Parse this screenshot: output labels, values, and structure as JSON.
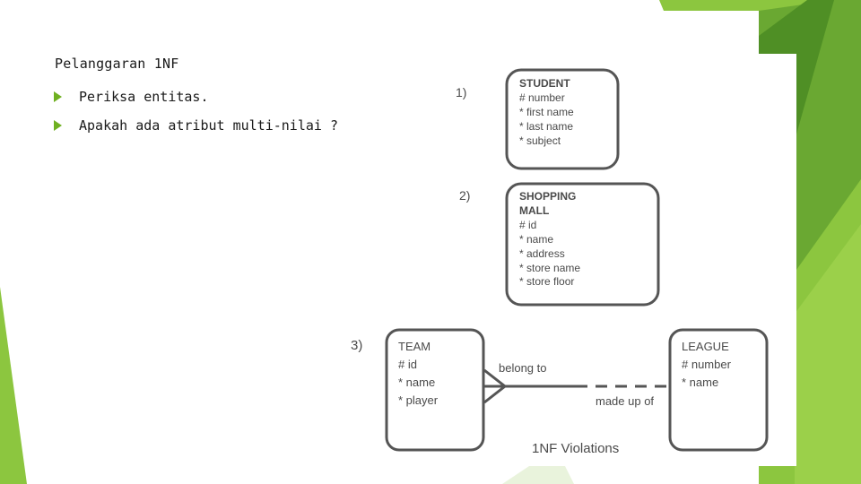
{
  "slide": {
    "title": "Pelanggaran 1NF",
    "bullets": [
      "Periksa entitas.",
      "Apakah ada  atribut multi-nilai ?"
    ]
  },
  "diagram": {
    "entity_1": {
      "number": "1)",
      "name": "STUDENT",
      "attributes": [
        "# number",
        "* first name",
        "* last name",
        "* subject"
      ]
    },
    "entity_2": {
      "number": "2)",
      "name_lines": [
        "SHOPPING",
        "MALL"
      ],
      "attributes": [
        "# id",
        "* name",
        "* address",
        "* store name",
        "* store floor"
      ]
    },
    "relationship_3": {
      "number": "3)",
      "team": {
        "name": "TEAM",
        "attributes": [
          "# id",
          "* name",
          "* player"
        ]
      },
      "league": {
        "name": "LEAGUE",
        "attributes": [
          "# number",
          "* name"
        ]
      },
      "label_left": "belong to",
      "label_right": "made up of"
    },
    "caption": "1NF Violations"
  },
  "colors": {
    "accent_green": "#6fb021",
    "dark_green": "#4f8f25",
    "box_stroke": "#555555"
  }
}
